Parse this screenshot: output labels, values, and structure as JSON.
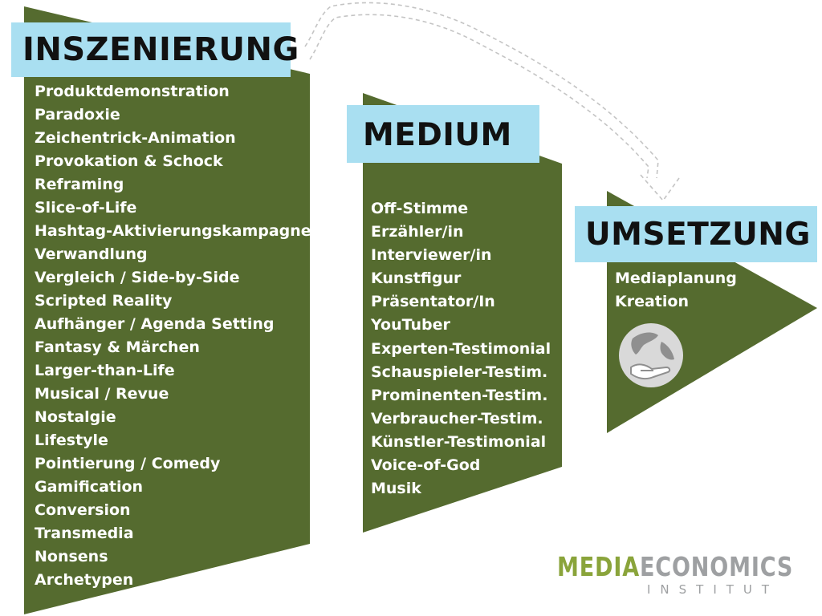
{
  "colors": {
    "panel_green": "#556b2f",
    "title_blue": "#a9dff1",
    "logo_green": "#8aa43b",
    "logo_grey": "#9ea0a2",
    "connector_grey": "#c8c8c8"
  },
  "columns": [
    {
      "title": "INSZENIERUNG",
      "items": [
        "Produktdemonstration",
        "Paradoxie",
        "Zeichentrick-Animation",
        "Provokation & Schock",
        "Reframing",
        "Slice-of-Life",
        "Hashtag-Aktivierungskampagne",
        "Verwandlung",
        "Vergleich / Side-by-Side",
        "Scripted Reality",
        "Aufhänger / Agenda Setting",
        "Fantasy & Märchen",
        "Larger-than-Life",
        "Musical / Revue",
        "Nostalgie",
        "Lifestyle",
        "Pointierung / Comedy",
        "Gamification",
        "Conversion",
        "Transmedia",
        "Nonsens",
        "Archetypen"
      ]
    },
    {
      "title": "MEDIUM",
      "items": [
        "Off-Stimme",
        "Erzähler/in",
        "Interviewer/in",
        "Kunstfigur",
        "Präsentator/In",
        "YouTuber",
        "Experten-Testimonial",
        "Schauspieler-Testim.",
        "Prominenten-Testim.",
        "Verbraucher-Testim.",
        "Künstler-Testimonial",
        "Voice-of-God",
        "Musik"
      ]
    },
    {
      "title": "UMSETZUNG",
      "items": [
        "Mediaplanung",
        "Kreation"
      ],
      "icon": "globe-hand-icon"
    }
  ],
  "connector": {
    "icon": "dashed-curved-arrow-icon",
    "from": "INSZENIERUNG",
    "to": "UMSETZUNG"
  },
  "logo": {
    "word1": "MEDIA",
    "word2": "ECONOMICS",
    "sub": "INSTITUT"
  }
}
